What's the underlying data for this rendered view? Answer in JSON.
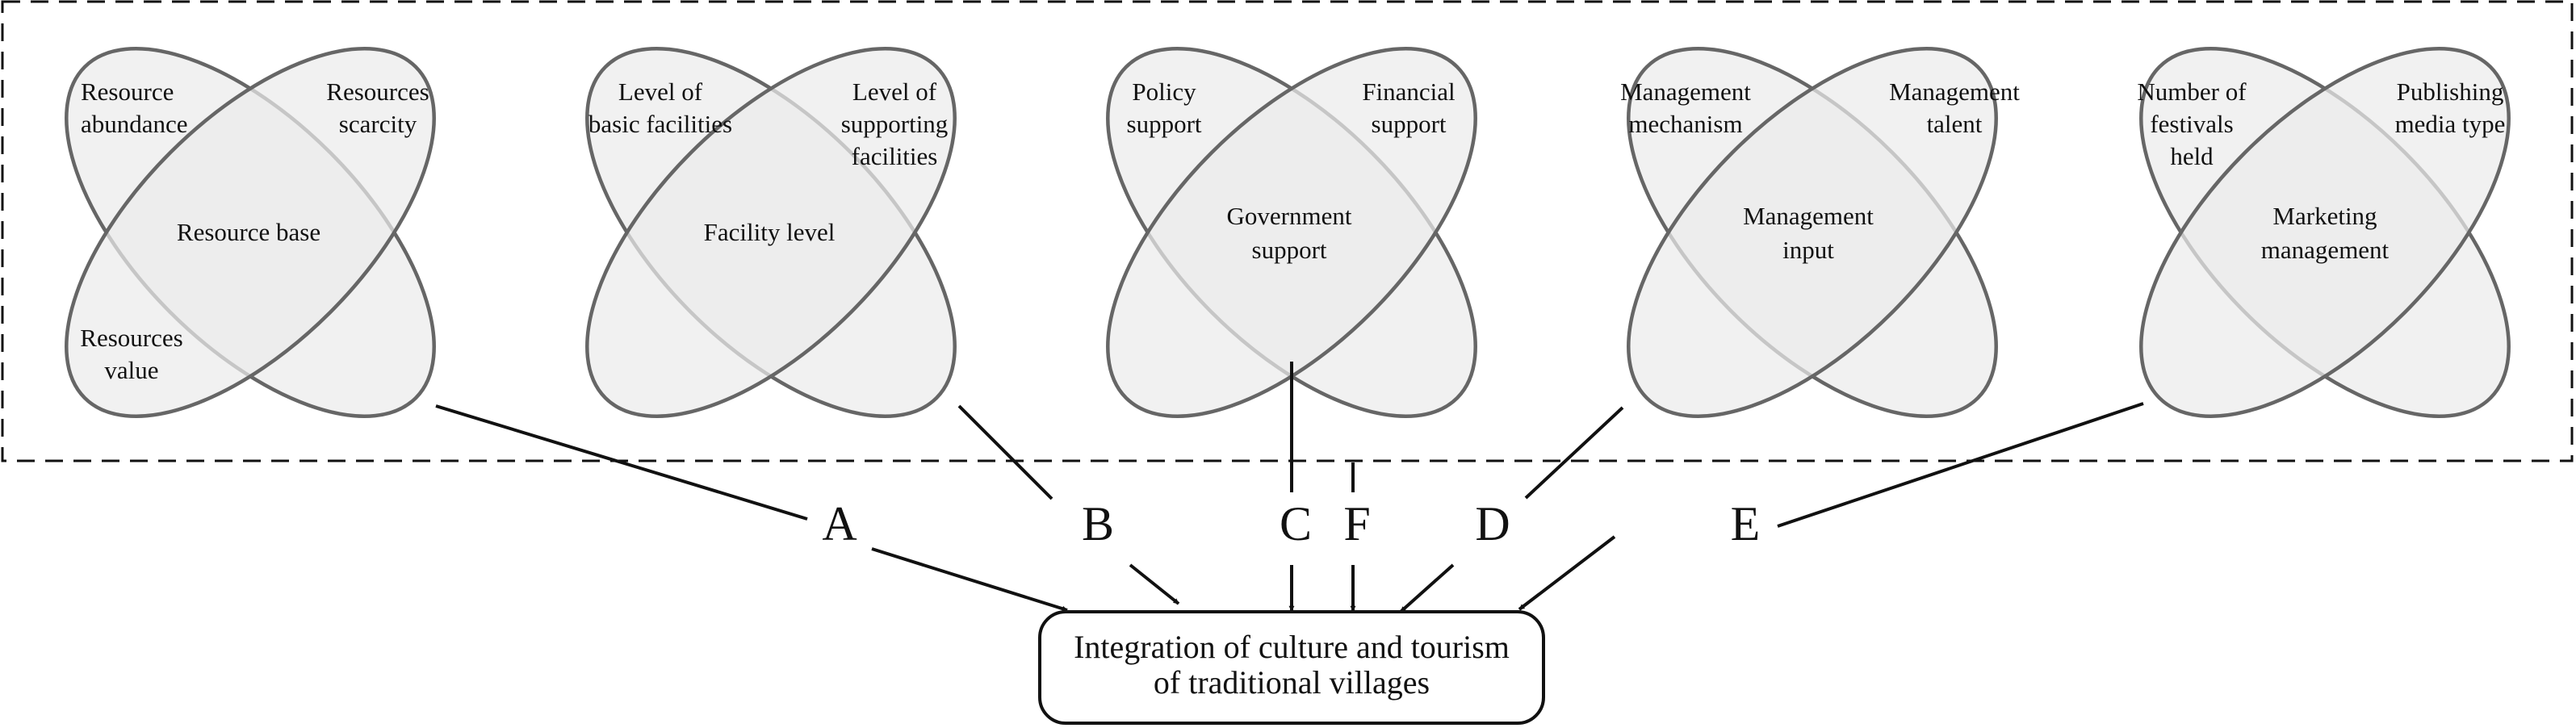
{
  "groups": [
    {
      "center": [
        "Resource base"
      ],
      "top_left": [
        "Resource",
        "abundance"
      ],
      "top_right": [
        "Resources",
        "scarcity"
      ],
      "bottom_left": [
        "Resources",
        "value"
      ]
    },
    {
      "center": [
        "Facility level"
      ],
      "top_left": [
        "Level of",
        "basic facilities"
      ],
      "top_right": [
        "Level of",
        "supporting",
        "facilities"
      ]
    },
    {
      "center": [
        "Government",
        "support"
      ],
      "top_left": [
        "Policy",
        "support"
      ],
      "top_right": [
        "Financial",
        "support"
      ]
    },
    {
      "center": [
        "Management",
        "input"
      ],
      "top_left": [
        "Management",
        "mechanism"
      ],
      "top_right": [
        "Management",
        "talent"
      ]
    },
    {
      "center": [
        "Marketing",
        "management"
      ],
      "top_left": [
        "Number of",
        "festivals",
        "held"
      ],
      "top_right": [
        "Publishing",
        "media type"
      ]
    }
  ],
  "paths": [
    "A",
    "B",
    "C",
    "F",
    "D",
    "E"
  ],
  "target": [
    "Integration of culture and tourism",
    "of traditional villages"
  ]
}
